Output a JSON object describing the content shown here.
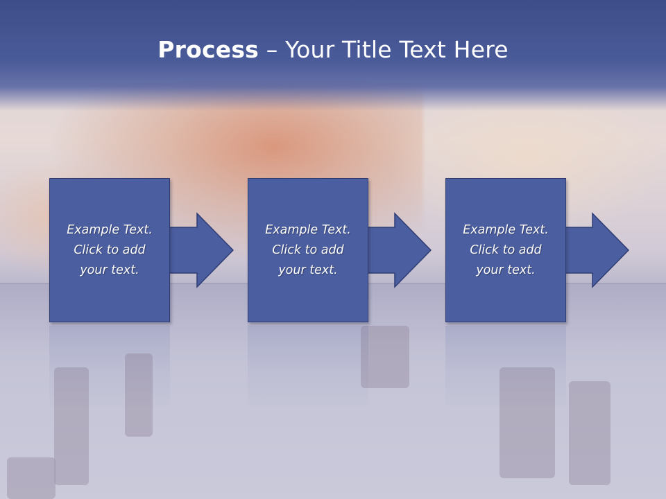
{
  "title": {
    "bold": "Process",
    "rest": " – Your Title Text Here"
  },
  "steps": [
    {
      "line1": "Example Text.",
      "line2": "Click  to add",
      "line3": "your text."
    },
    {
      "line1": "Example Text.",
      "line2": "Click  to add",
      "line3": "your text."
    },
    {
      "line1": "Example Text.",
      "line2": "Click  to add",
      "line3": "your text."
    }
  ],
  "colors": {
    "header": "#3d4d89",
    "box": "#4b5ea0",
    "border": "#2f3d73"
  }
}
